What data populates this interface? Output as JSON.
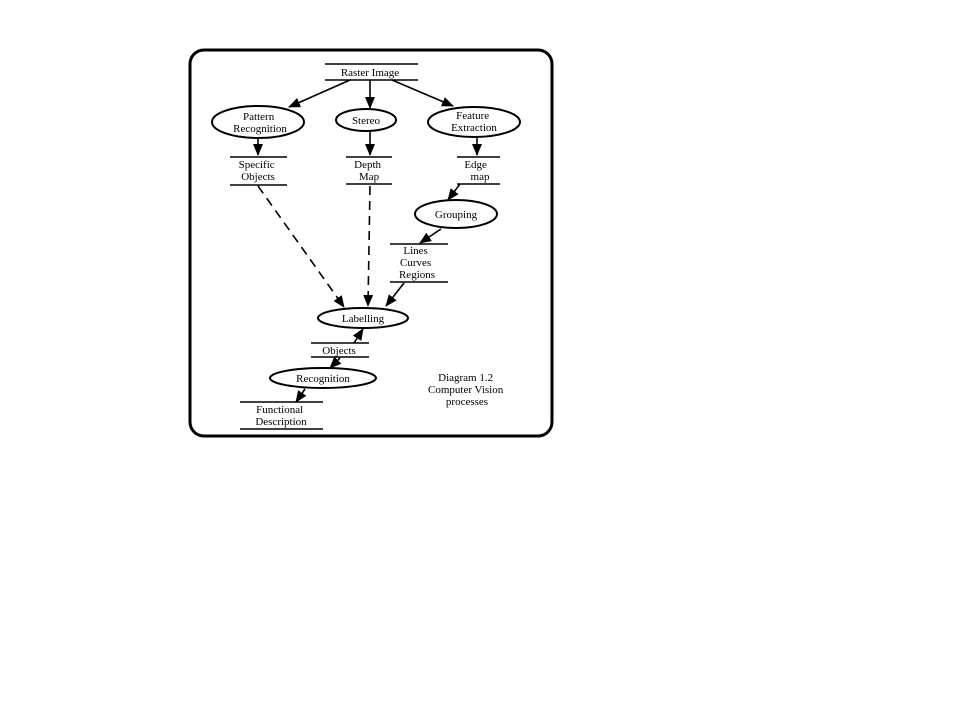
{
  "diagram": {
    "data_stores": {
      "raster_image": [
        "Raster Image"
      ],
      "specific_objects": [
        "Specific",
        "Objects"
      ],
      "depth_map": [
        "Depth",
        "Map"
      ],
      "edge_map": [
        "Edge",
        "map"
      ],
      "lines_curves_regions": [
        "Lines",
        "Curves",
        "Regions"
      ],
      "objects": [
        "Objects"
      ],
      "functional_description": [
        "Functional",
        "Description"
      ]
    },
    "processes": {
      "pattern_recognition": [
        "Pattern",
        "Recognition"
      ],
      "stereo": [
        "Stereo"
      ],
      "feature_extraction": [
        "Feature",
        "Extraction"
      ],
      "grouping": [
        "Grouping"
      ],
      "labelling": [
        "Labelling"
      ],
      "recognition": [
        "Recognition"
      ]
    },
    "caption": [
      "Diagram 1.2",
      "Computer Vision",
      "processes"
    ]
  }
}
